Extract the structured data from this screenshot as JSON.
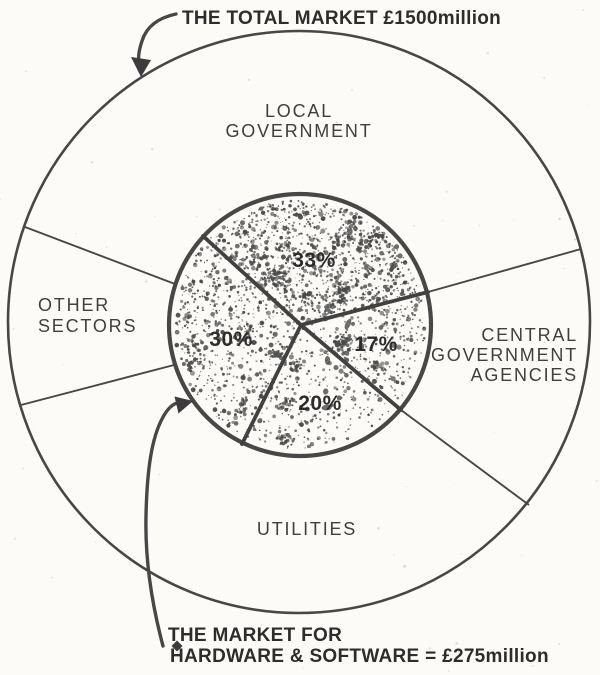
{
  "page": {
    "background": "#fcfbf8",
    "ink_color": "#3f3f3f"
  },
  "figure": {
    "annotations": {
      "total_market": "THE TOTAL MARKET £1500million",
      "inner_market_line1": "THE MARKET FOR",
      "inner_market_line2": "HARDWARE & SOFTWARE = £275million"
    },
    "outer_ring": {
      "local": {
        "line1": "LOCAL",
        "line2": "GOVERNMENT"
      },
      "other": {
        "line1": "OTHER",
        "line2": "SECTORS"
      },
      "central": {
        "line1": "CENTRAL",
        "line2": "GOVERNMENT",
        "line3": "AGENCIES"
      },
      "utilities": {
        "line1": "UTILITIES"
      }
    },
    "inner_pie": {
      "local_pct": "33%",
      "central_pct": "17%",
      "utilities_pct": "20%",
      "other_pct": "30%"
    }
  },
  "chart_data": {
    "type": "pie",
    "title": "THE TOTAL MARKET £1500million",
    "annotation": "THE MARKET FOR HARDWARE & SOFTWARE = £275million",
    "total_market_gbp_million": 1500,
    "hardware_software_market_gbp_million": 275,
    "categories": [
      "LOCAL GOVERNMENT",
      "CENTRAL GOVERNMENT AGENCIES",
      "UTILITIES",
      "OTHER SECTORS"
    ],
    "values": [
      33,
      17,
      20,
      30
    ],
    "unit": "percent",
    "legend_position": "labels-around-outer-ring",
    "grid": false,
    "style": "hand-drawn scanned diagram, stippled inner pie, concentric outer ring"
  }
}
